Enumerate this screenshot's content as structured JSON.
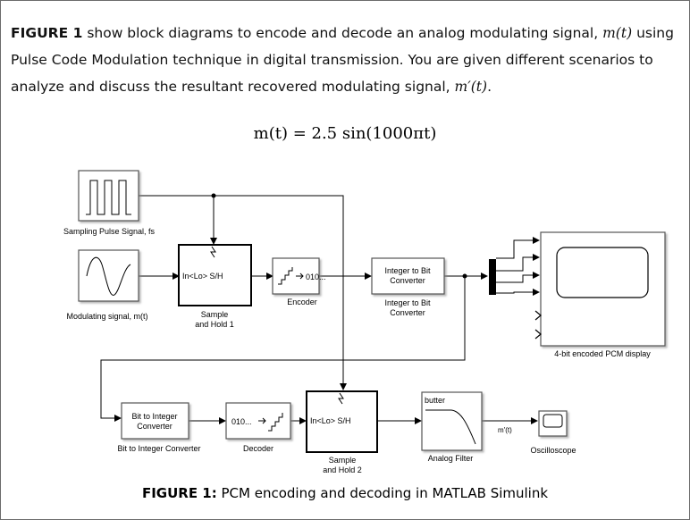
{
  "problem": {
    "figure_ref": "FIGURE 1",
    "text_part1": "show block diagrams to encode and decode an analog modulating signal,",
    "signal_symbol": "m(t)",
    "text_part2": "using Pulse Code Modulation technique in digital transmission. You are given different scenarios to analyze and discuss the resultant recovered modulating signal,",
    "recovered_symbol": "m′(t)",
    "text_end": "."
  },
  "equation": "m(t) = 2.5 sin(1000πt)",
  "blocks": {
    "pulse_label": "Sampling Pulse Signal, fs",
    "modulating_label": "Modulating signal, m(t)",
    "sh_port_text": "In<Lo> S/H",
    "sh1_label_line1": "Sample",
    "sh1_label_line2": "and Hold 1",
    "encoder_glyph": "010...",
    "encoder_label": "Encoder",
    "int2bit_line1": "Integer to Bit",
    "int2bit_line2": "Converter",
    "display_label": "4-bit encoded PCM display",
    "bit2int_line1": "Bit to Integer",
    "bit2int_line2": "Converter",
    "bit2int_label": "Bit to Integer Converter",
    "decoder_glyph": "010...",
    "decoder_label": "Decoder",
    "sh2_label_line1": "Sample",
    "sh2_label_line2": "and Hold 2",
    "filter_type": "butter",
    "filter_label": "Analog Filter",
    "wire_label": "m'(t)",
    "scope_label": "Oscilloscope"
  },
  "caption": {
    "label": "FIGURE 1:",
    "text": "PCM encoding and decoding in MATLAB Simulink"
  }
}
